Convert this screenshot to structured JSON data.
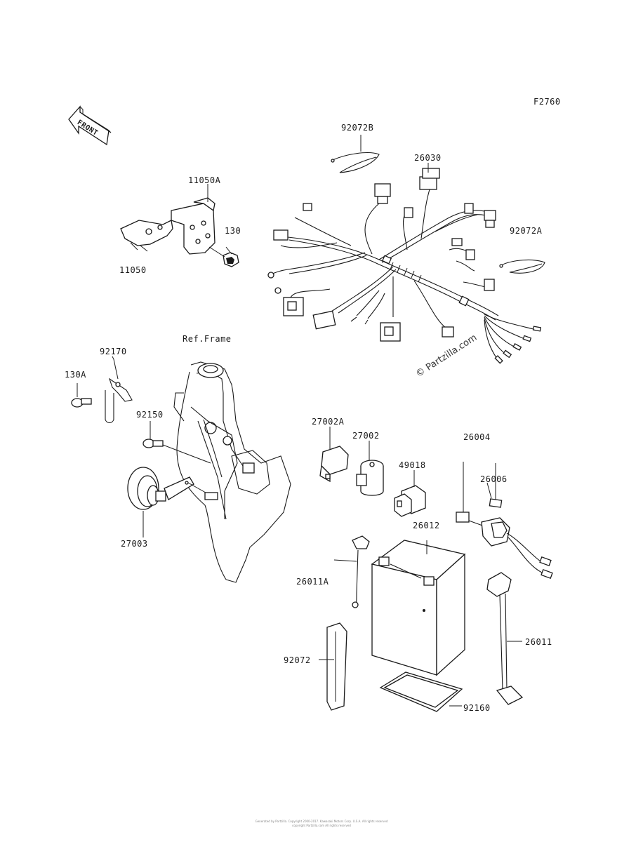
{
  "figure_code": "F2760",
  "front_arrow_text": "FRONT",
  "ref_frame": "Ref.Frame",
  "watermark": "© Partzilla.com",
  "footer_line1": "Generated by Partzilla. Copyright 2000-2017. Kawasaki Motors Corp. U.S.A. All rights reserved",
  "footer_line2": "copyright Partzilla.com All rights reserved",
  "parts": {
    "p92072B": "92072B",
    "p26030": "26030",
    "p11050A": "11050A",
    "p130": "130",
    "p11050": "11050",
    "p92072A": "92072A",
    "p92170": "92170",
    "p130A": "130A",
    "p92150": "92150",
    "p27003": "27003",
    "p27002A": "27002A",
    "p27002": "27002",
    "p49018": "49018",
    "p26004": "26004",
    "p26006": "26006",
    "p26012": "26012",
    "p26011A": "26011A",
    "p26011": "26011",
    "p92072": "92072",
    "p92160": "92160"
  }
}
